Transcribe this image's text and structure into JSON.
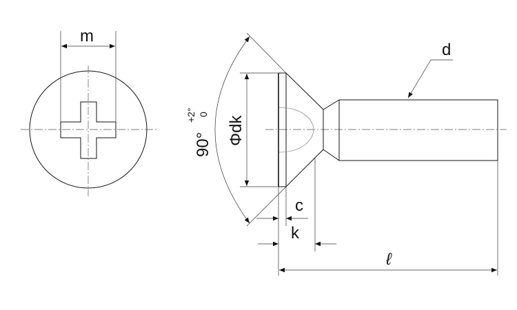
{
  "title": "Countersunk Phillips head screw dimension drawing",
  "labels": {
    "m": "m",
    "d": "d",
    "dk": "Φdk",
    "angle": "90°",
    "angle_tol_plus": "+2°",
    "angle_tol_minus": "0",
    "c": "c",
    "k": "k",
    "length": "ℓ"
  },
  "colors": {
    "line": "#111111",
    "background": "#ffffff"
  }
}
